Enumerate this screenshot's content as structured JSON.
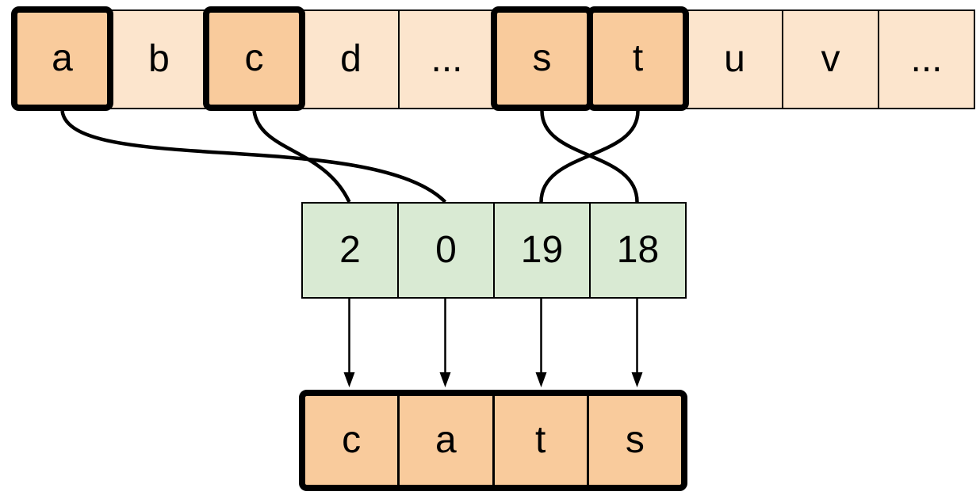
{
  "alphabet_row": {
    "cells": [
      {
        "label": "a",
        "highlighted": true
      },
      {
        "label": "b",
        "highlighted": false
      },
      {
        "label": "c",
        "highlighted": true
      },
      {
        "label": "d",
        "highlighted": false
      },
      {
        "label": "...",
        "highlighted": false
      },
      {
        "label": "s",
        "highlighted": true
      },
      {
        "label": "t",
        "highlighted": true
      },
      {
        "label": "u",
        "highlighted": false
      },
      {
        "label": "v",
        "highlighted": false
      },
      {
        "label": "...",
        "highlighted": false
      }
    ]
  },
  "index_row": {
    "cells": [
      {
        "label": "2"
      },
      {
        "label": "0"
      },
      {
        "label": "19"
      },
      {
        "label": "18"
      }
    ]
  },
  "word_row": {
    "cells": [
      {
        "label": "c"
      },
      {
        "label": "a"
      },
      {
        "label": "t"
      },
      {
        "label": "s"
      }
    ]
  },
  "links": [
    {
      "from_letter": "c",
      "to_index": "2"
    },
    {
      "from_letter": "a",
      "to_index": "0"
    },
    {
      "from_letter": "t",
      "to_index": "19"
    },
    {
      "from_letter": "s",
      "to_index": "18"
    }
  ],
  "colors": {
    "highlight_fill": "#f9cb9c",
    "plain_fill": "#fce5cd",
    "index_fill": "#d9ead3",
    "line": "#000000"
  }
}
